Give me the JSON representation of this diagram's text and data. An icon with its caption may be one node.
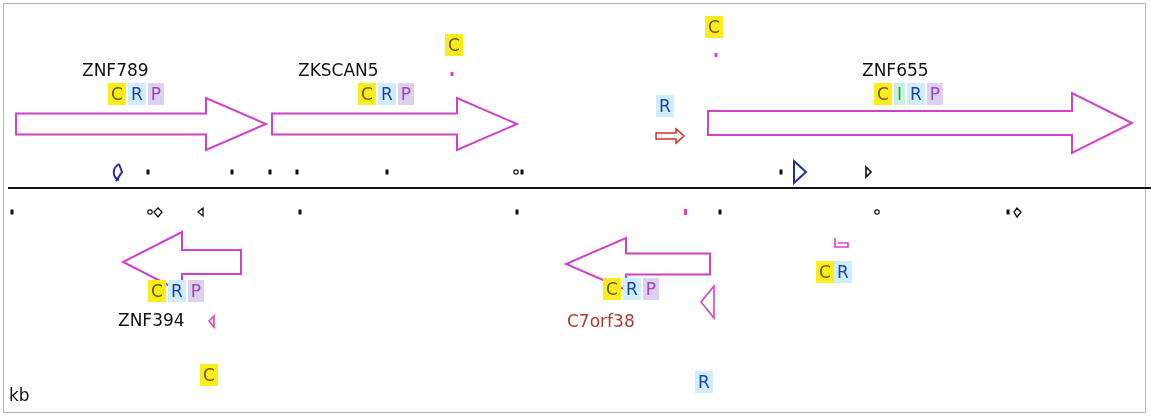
{
  "diagram": {
    "nodes": [
      {
        "text": [
          "ZNF789"
        ],
        "beside": [
          "C",
          "R",
          "P"
        ]
      },
      {
        "text": [
          "ZKSCAN5"
        ],
        "beside": [
          "C",
          "R",
          "P"
        ]
      },
      {
        "text": [
          "ZNF655"
        ],
        "beside": [
          "C",
          "I",
          "R",
          "P"
        ]
      },
      {
        "text": [
          "ZNF394"
        ],
        "beside": [
          "C",
          "R",
          "P"
        ]
      },
      {
        "text": [
          "C7orf38"
        ],
        "beside": [
          "C",
          "R",
          "P"
        ]
      }
    ],
    "labels": [
      "C",
      "C",
      "R",
      "C",
      "R",
      "R",
      "C",
      "kb"
    ]
  }
}
